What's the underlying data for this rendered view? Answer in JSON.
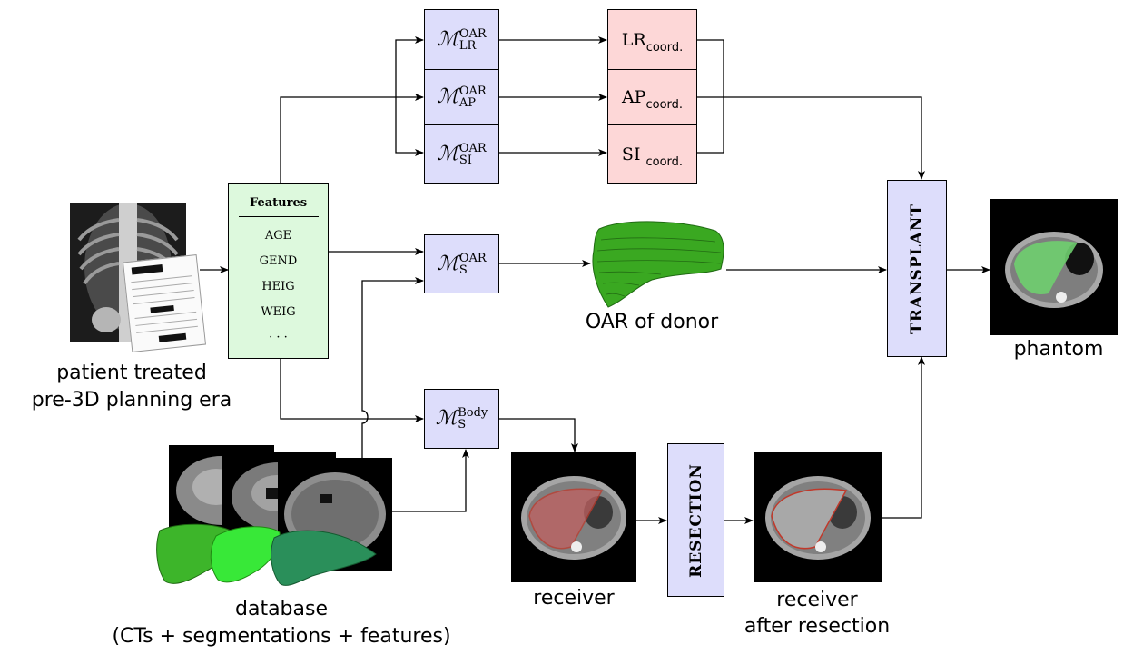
{
  "features_box": {
    "title": "Features",
    "items": [
      "AGE",
      "GEND",
      "HEIG",
      "WEIG",
      "· · ·"
    ]
  },
  "models": {
    "lr": {
      "main": "ℳ",
      "sup": "OAR",
      "sub": "LR"
    },
    "ap": {
      "main": "ℳ",
      "sup": "OAR",
      "sub": "AP"
    },
    "si": {
      "main": "ℳ",
      "sup": "OAR",
      "sub": "SI"
    },
    "s_oar": {
      "main": "ℳ",
      "sup": "OAR",
      "sub": "S"
    },
    "s_body": {
      "main": "ℳ",
      "sup": "Body",
      "sub": "S"
    }
  },
  "coords": {
    "lr": {
      "main": "LR",
      "sub": "coord."
    },
    "ap": {
      "main": "AP",
      "sub": "coord."
    },
    "si": {
      "main": "SI",
      "sub": "coord."
    }
  },
  "steps": {
    "transplant": "TRANSPLANT",
    "resection": "RESECTION"
  },
  "captions": {
    "patient_line1": "patient treated",
    "patient_line2": "pre-3D planning era",
    "oar_donor": "OAR of donor",
    "phantom": "phantom",
    "database_line1": "database",
    "database_line2": "(CTs + segmentations + features)",
    "receiver": "receiver",
    "receiver_after_line1": "receiver",
    "receiver_after_line2": "after resection"
  },
  "colors": {
    "model_fill": "#ddddfb",
    "coord_fill": "#fdd7d7",
    "features_fill": "#ddf9dd",
    "liver_green": "#3aa821",
    "liver_red": "#c0392b"
  }
}
